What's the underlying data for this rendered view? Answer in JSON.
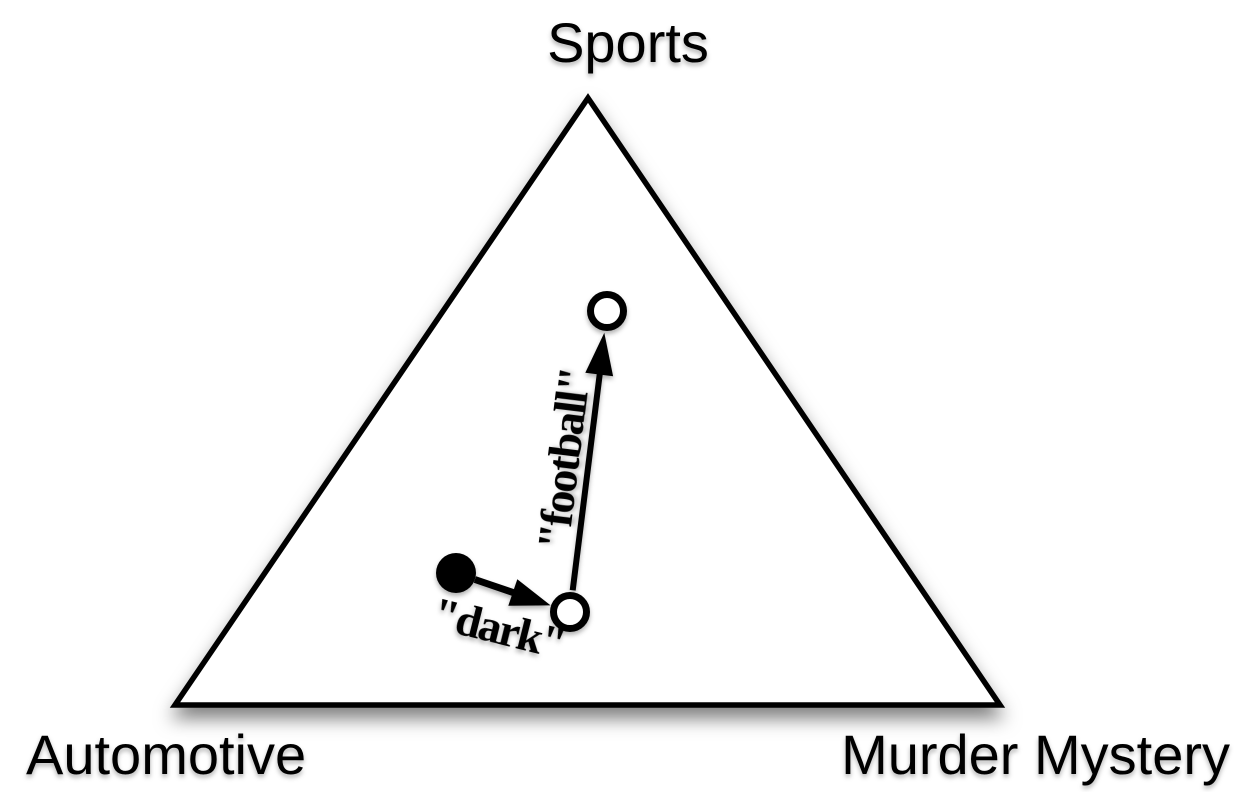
{
  "figure": {
    "type": "ternary-simplex-diagram",
    "background_color": "#ffffff",
    "line_color": "#000000",
    "triangle_fill": "#ffffff",
    "shadow_color": "rgba(0,0,0,0.5)",
    "vertices": {
      "top": "Sports",
      "bottom_left": "Automotive",
      "bottom_right": "Murder Mystery"
    },
    "nodes": [
      {
        "id": "start",
        "style": "filled-black-dot"
      },
      {
        "id": "after-dark",
        "style": "open-circle"
      },
      {
        "id": "after-football",
        "style": "open-circle"
      }
    ],
    "transitions": [
      {
        "from": "start",
        "to": "after-dark",
        "label": "\"dark\""
      },
      {
        "from": "after-dark",
        "to": "after-football",
        "label": "\"football\""
      }
    ]
  }
}
